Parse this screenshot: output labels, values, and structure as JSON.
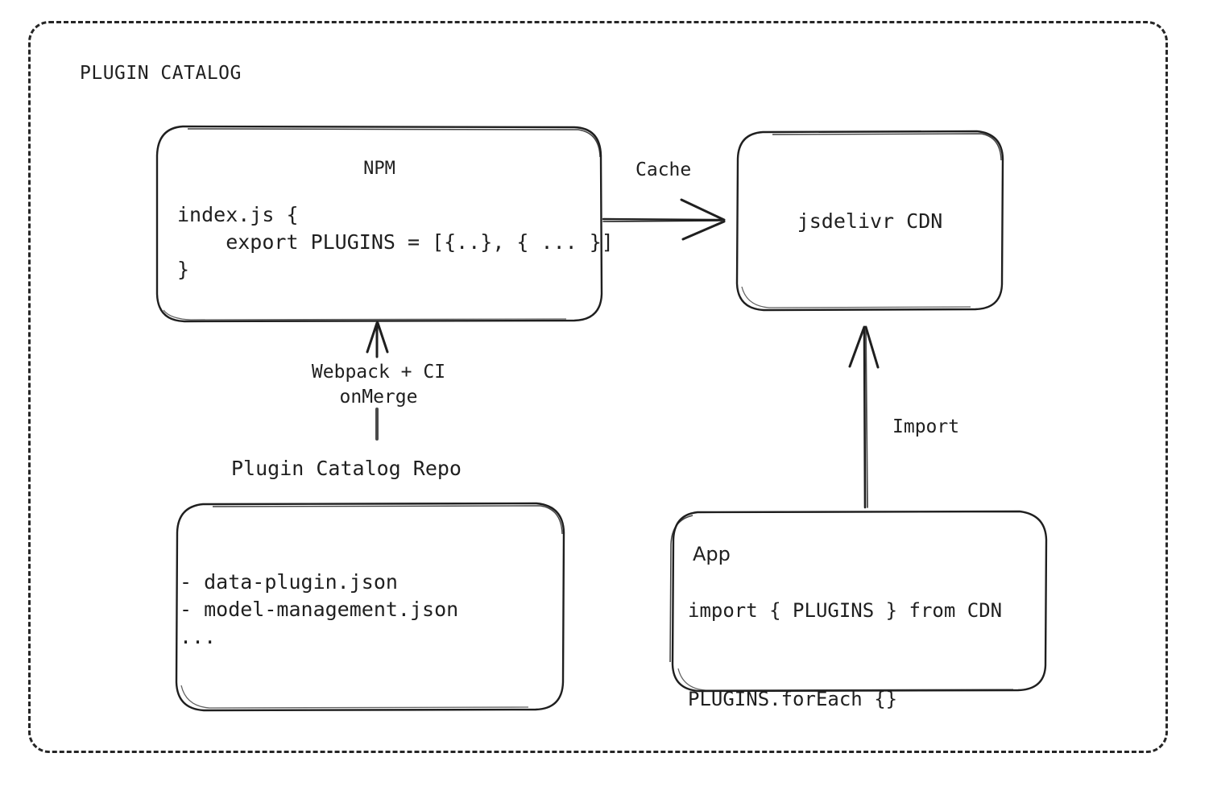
{
  "diagram": {
    "title": "PLUGIN CATALOG",
    "background_color": "#ffffff",
    "stroke_color": "#1f1f1f"
  },
  "nodes": {
    "npm": {
      "title": "NPM",
      "code": "index.js {\n    export PLUGINS = [{..}, { ... }]\n}"
    },
    "cdn": {
      "title": "jsdelivr CDN"
    },
    "repo": {
      "caption": "Plugin Catalog Repo",
      "list": "- data-plugin.json\n- model-management.json\n..."
    },
    "app": {
      "title": "App",
      "code": "import { PLUGINS } from CDN\n\nPLUGINS.forEach {}"
    }
  },
  "edges": {
    "cache": {
      "label": "Cache"
    },
    "import": {
      "label": "Import"
    },
    "build": {
      "label": "Webpack + CI\nonMerge"
    }
  }
}
